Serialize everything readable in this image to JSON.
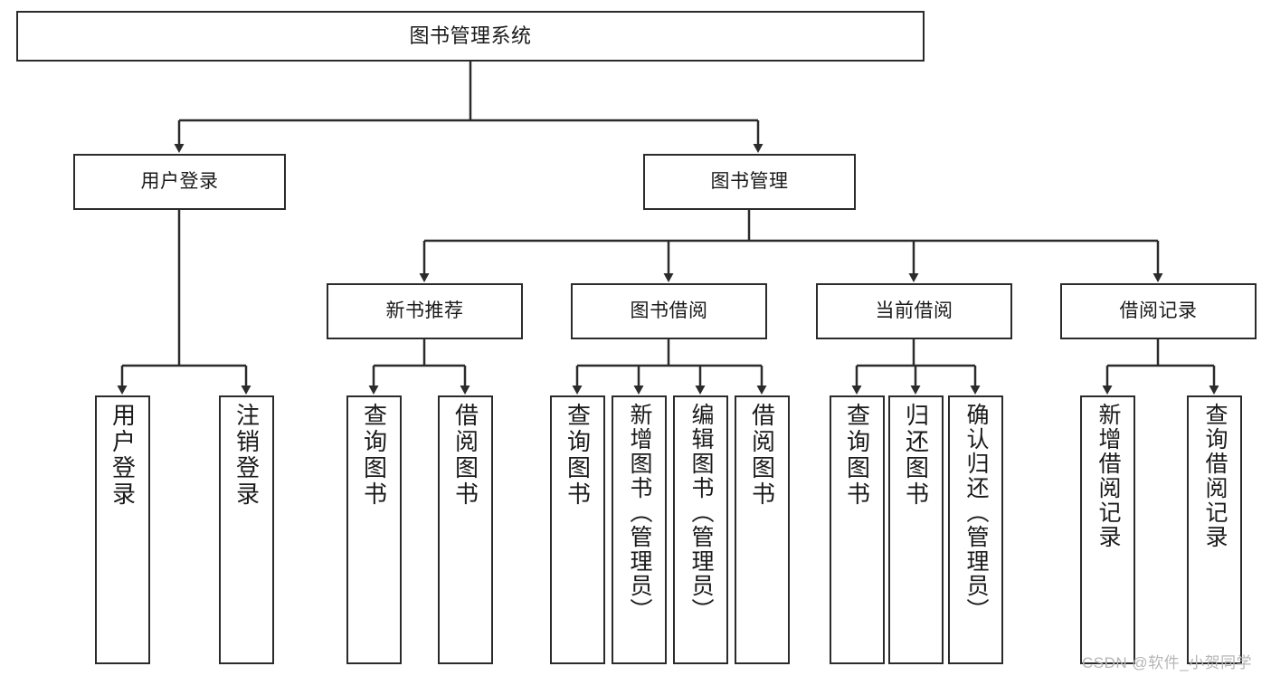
{
  "diagram": {
    "title": "图书管理系统",
    "type": "hierarchy-tree",
    "root": {
      "id": "root",
      "label": "图书管理系统"
    },
    "level2": [
      {
        "id": "user-login",
        "label": "用户登录"
      },
      {
        "id": "book-management",
        "label": "图书管理"
      }
    ],
    "level3": [
      {
        "id": "new-book-recommend",
        "label": "新书推荐"
      },
      {
        "id": "book-borrow",
        "label": "图书借阅"
      },
      {
        "id": "current-borrow",
        "label": "当前借阅"
      },
      {
        "id": "borrow-record",
        "label": "借阅记录"
      }
    ],
    "leaves": {
      "user_login": [
        {
          "id": "leaf-user-login",
          "label": "用户登录"
        },
        {
          "id": "leaf-logout-login",
          "label": "注销登录"
        }
      ],
      "new_book_recommend": [
        {
          "id": "leaf-query-book-1",
          "label": "查询图书"
        },
        {
          "id": "leaf-borrow-book-1",
          "label": "借阅图书"
        }
      ],
      "book_borrow": [
        {
          "id": "leaf-query-book-2",
          "label": "查询图书"
        },
        {
          "id": "leaf-add-book",
          "label": "新增图书（管理员）"
        },
        {
          "id": "leaf-edit-book",
          "label": "编辑图书（管理员）"
        },
        {
          "id": "leaf-borrow-book-2",
          "label": "借阅图书"
        }
      ],
      "current_borrow": [
        {
          "id": "leaf-query-book-3",
          "label": "查询图书"
        },
        {
          "id": "leaf-return-book",
          "label": "归还图书"
        },
        {
          "id": "leaf-confirm-return",
          "label": "确认归还（管理员）"
        }
      ],
      "borrow_record": [
        {
          "id": "leaf-add-record",
          "label": "新增借阅记录"
        },
        {
          "id": "leaf-query-record",
          "label": "查询借阅记录"
        }
      ]
    },
    "colors": {
      "stroke": "#2b2b2b",
      "background": "#ffffff",
      "text": "#1a1a1a",
      "watermark": "#b6b6b6"
    }
  },
  "watermark": {
    "text": "CSDN @软件_小贺同学"
  }
}
